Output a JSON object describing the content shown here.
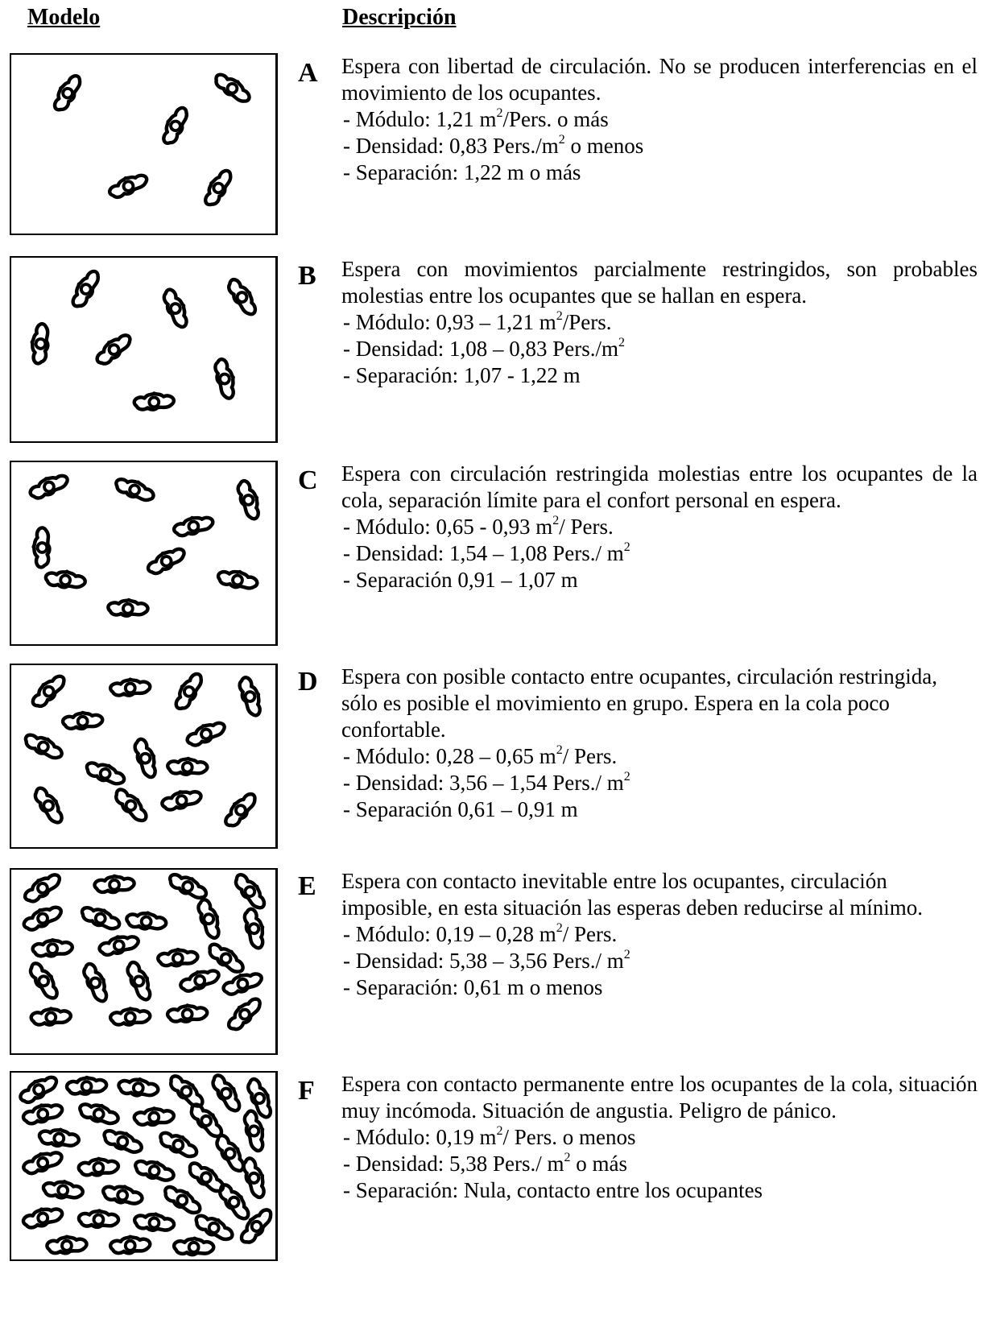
{
  "headers": {
    "model": "Modelo",
    "description": "Descripción"
  },
  "levels": [
    {
      "letter": "A",
      "text": "Espera con libertad de circulación. No se producen interferencias en el movimiento de los ocupantes.",
      "modulo": "- Módulo: 1,21 m",
      "modulo_sup": "2",
      "modulo_tail": "/Pers. o  más",
      "densidad": "- Densidad: 0,83 Pers./m",
      "densidad_sup": "2",
      "densidad_tail": " o menos",
      "separacion": "- Separación: 1,22 m o más"
    },
    {
      "letter": "B",
      "text": "Espera con movimientos parcialmente restringidos, son probables molestias entre los ocupantes que se hallan en espera.",
      "modulo": "- Módulo: 0,93 – 1,21 m",
      "modulo_sup": "2",
      "modulo_tail": "/Pers.",
      "densidad": "- Densidad: 1,08 – 0,83 Pers./m",
      "densidad_sup": "2",
      "densidad_tail": "",
      "separacion": "- Separación: 1,07 - 1,22 m"
    },
    {
      "letter": "C",
      "text": "Espera con circulación restringida molestias entre los ocupantes de la cola, separación límite para el confort personal en espera.",
      "modulo": "- Módulo: 0,65 - 0,93 m",
      "modulo_sup": "2",
      "modulo_tail": "/ Pers.",
      "densidad": "- Densidad: 1,54 – 1,08 Pers./ m",
      "densidad_sup": "2",
      "densidad_tail": "",
      "separacion": "- Separación 0,91 – 1,07 m"
    },
    {
      "letter": "D",
      "text": "Espera con posible contacto entre ocupantes, circulación restringida, sólo es posible el movimiento en grupo. Espera en la cola poco confortable.",
      "modulo": "- Módulo: 0,28 – 0,65 m",
      "modulo_sup": "2",
      "modulo_tail": "/ Pers.",
      "densidad": "- Densidad: 3,56 – 1,54 Pers./ m",
      "densidad_sup": "2",
      "densidad_tail": "",
      "separacion": "- Separación 0,61 – 0,91 m"
    },
    {
      "letter": "E",
      "text": "Espera con contacto inevitable entre los ocupantes, circulación imposible, en esta situación las esperas deben reducirse al mínimo.",
      "modulo": "- Módulo: 0,19 – 0,28 m",
      "modulo_sup": "2",
      "modulo_tail": "/ Pers.",
      "densidad": "- Densidad: 5,38 – 3,56 Pers./ m",
      "densidad_sup": "2",
      "densidad_tail": "",
      "separacion": "- Separación: 0,61 m o menos"
    },
    {
      "letter": "F",
      "text": "Espera  con contacto permanente entre los ocupantes de la cola, situación muy incómoda. Situación de angustia. Peligro de pánico.",
      "modulo": "- Módulo: 0,19 m",
      "modulo_sup": "2",
      "modulo_tail": "/ Pers. o menos",
      "densidad": "- Densidad: 5,38 Pers./ m",
      "densidad_sup": "2",
      "densidad_tail": " o más",
      "separacion": "- Separación: Nula, contacto entre los ocupantes"
    }
  ]
}
